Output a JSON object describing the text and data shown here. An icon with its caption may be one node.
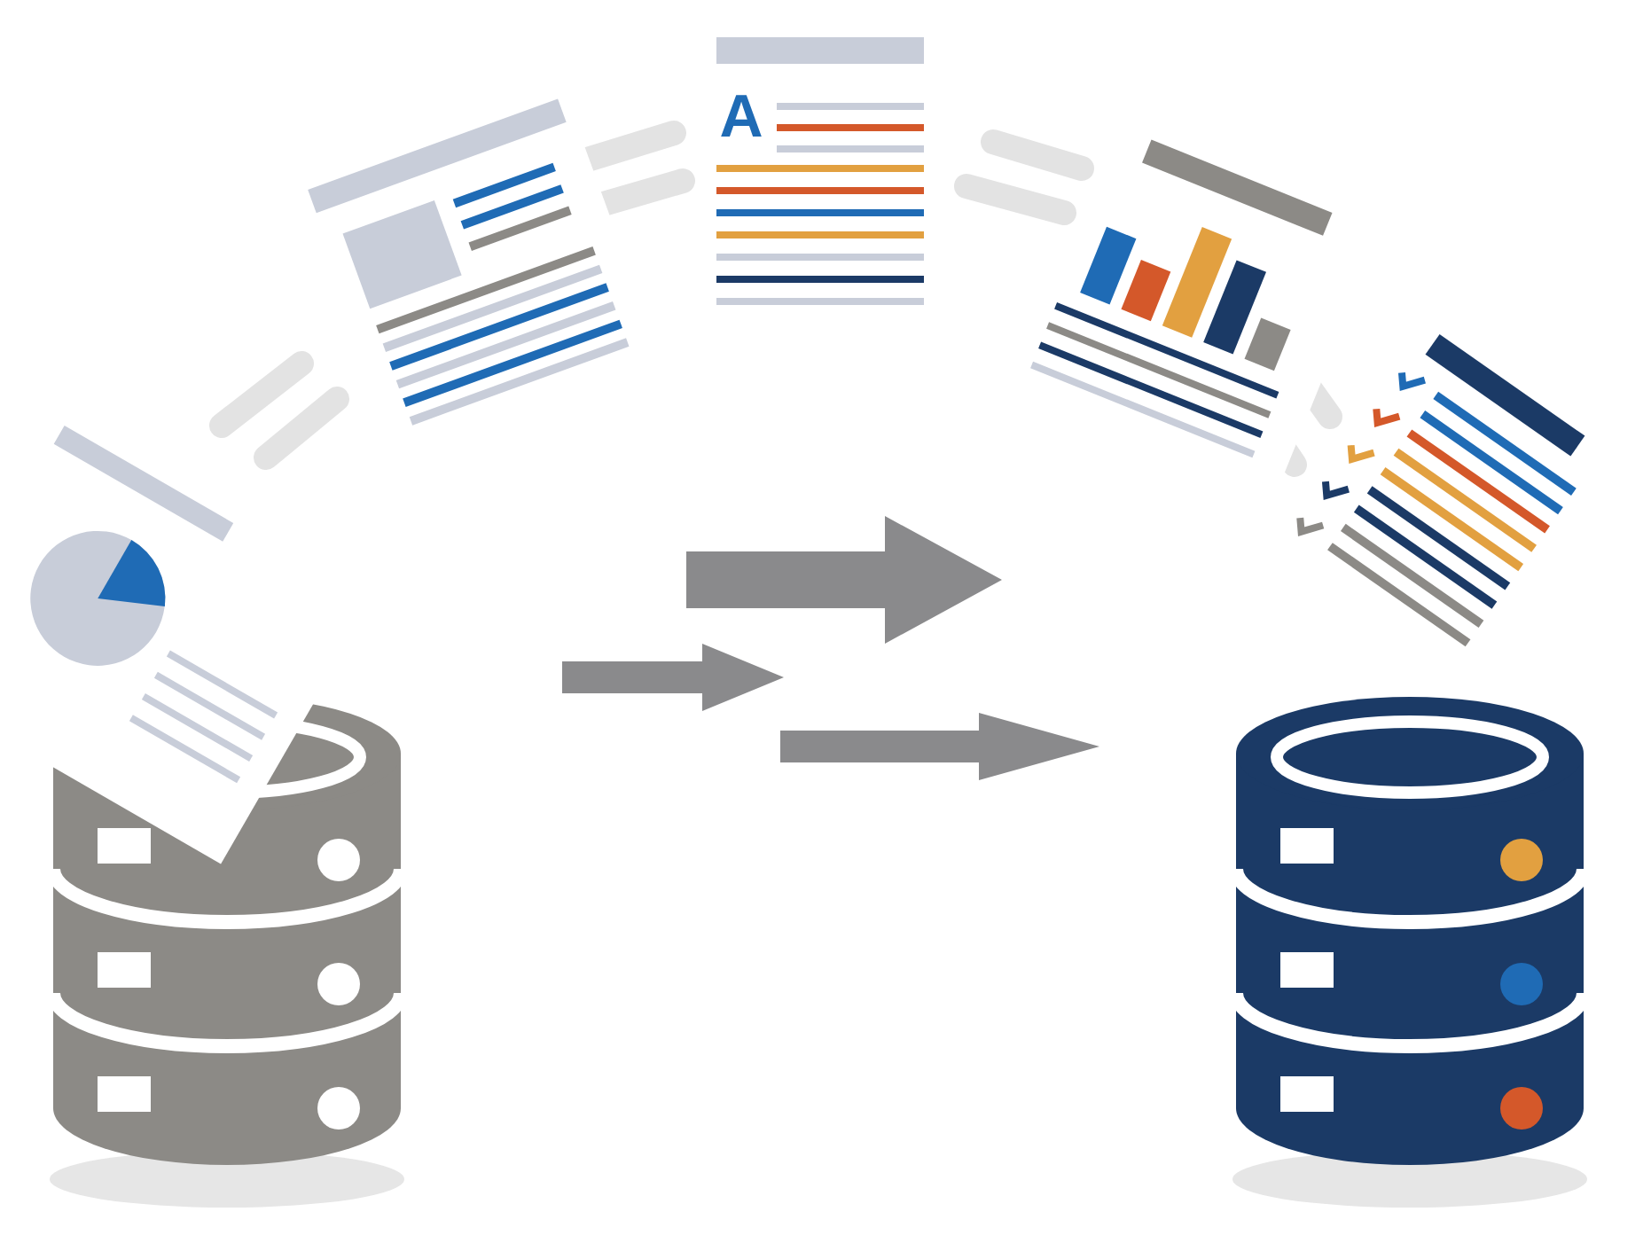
{
  "diagram": {
    "nodes": [
      {
        "text": [],
        "shape": "cylinder"
      },
      {
        "text": [],
        "shape": "cylinder"
      }
    ],
    "labels": [
      "A"
    ]
  }
}
